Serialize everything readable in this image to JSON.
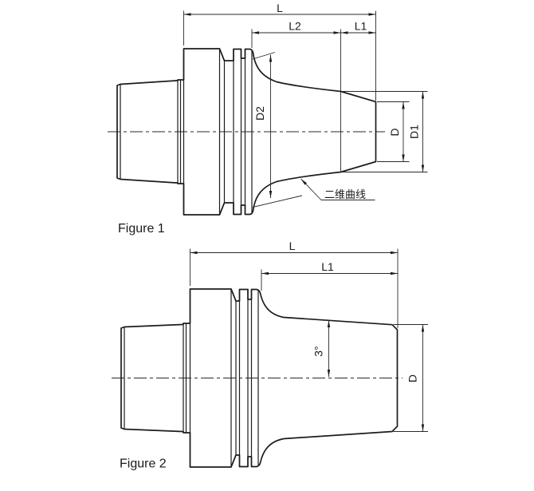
{
  "page": {
    "background_color": "#ffffff",
    "line_color": "#1c1c1c"
  },
  "fig1": {
    "caption": "Figure 1",
    "dims": {
      "L": "L",
      "L2": "L2",
      "L1": "L1",
      "D2": "D2",
      "D": "D",
      "D1": "D1"
    },
    "annotation_curve": "二维曲线"
  },
  "fig2": {
    "caption": "Figure 2",
    "dims": {
      "L": "L",
      "L1": "L1",
      "angle": "3°",
      "D": "D"
    }
  }
}
